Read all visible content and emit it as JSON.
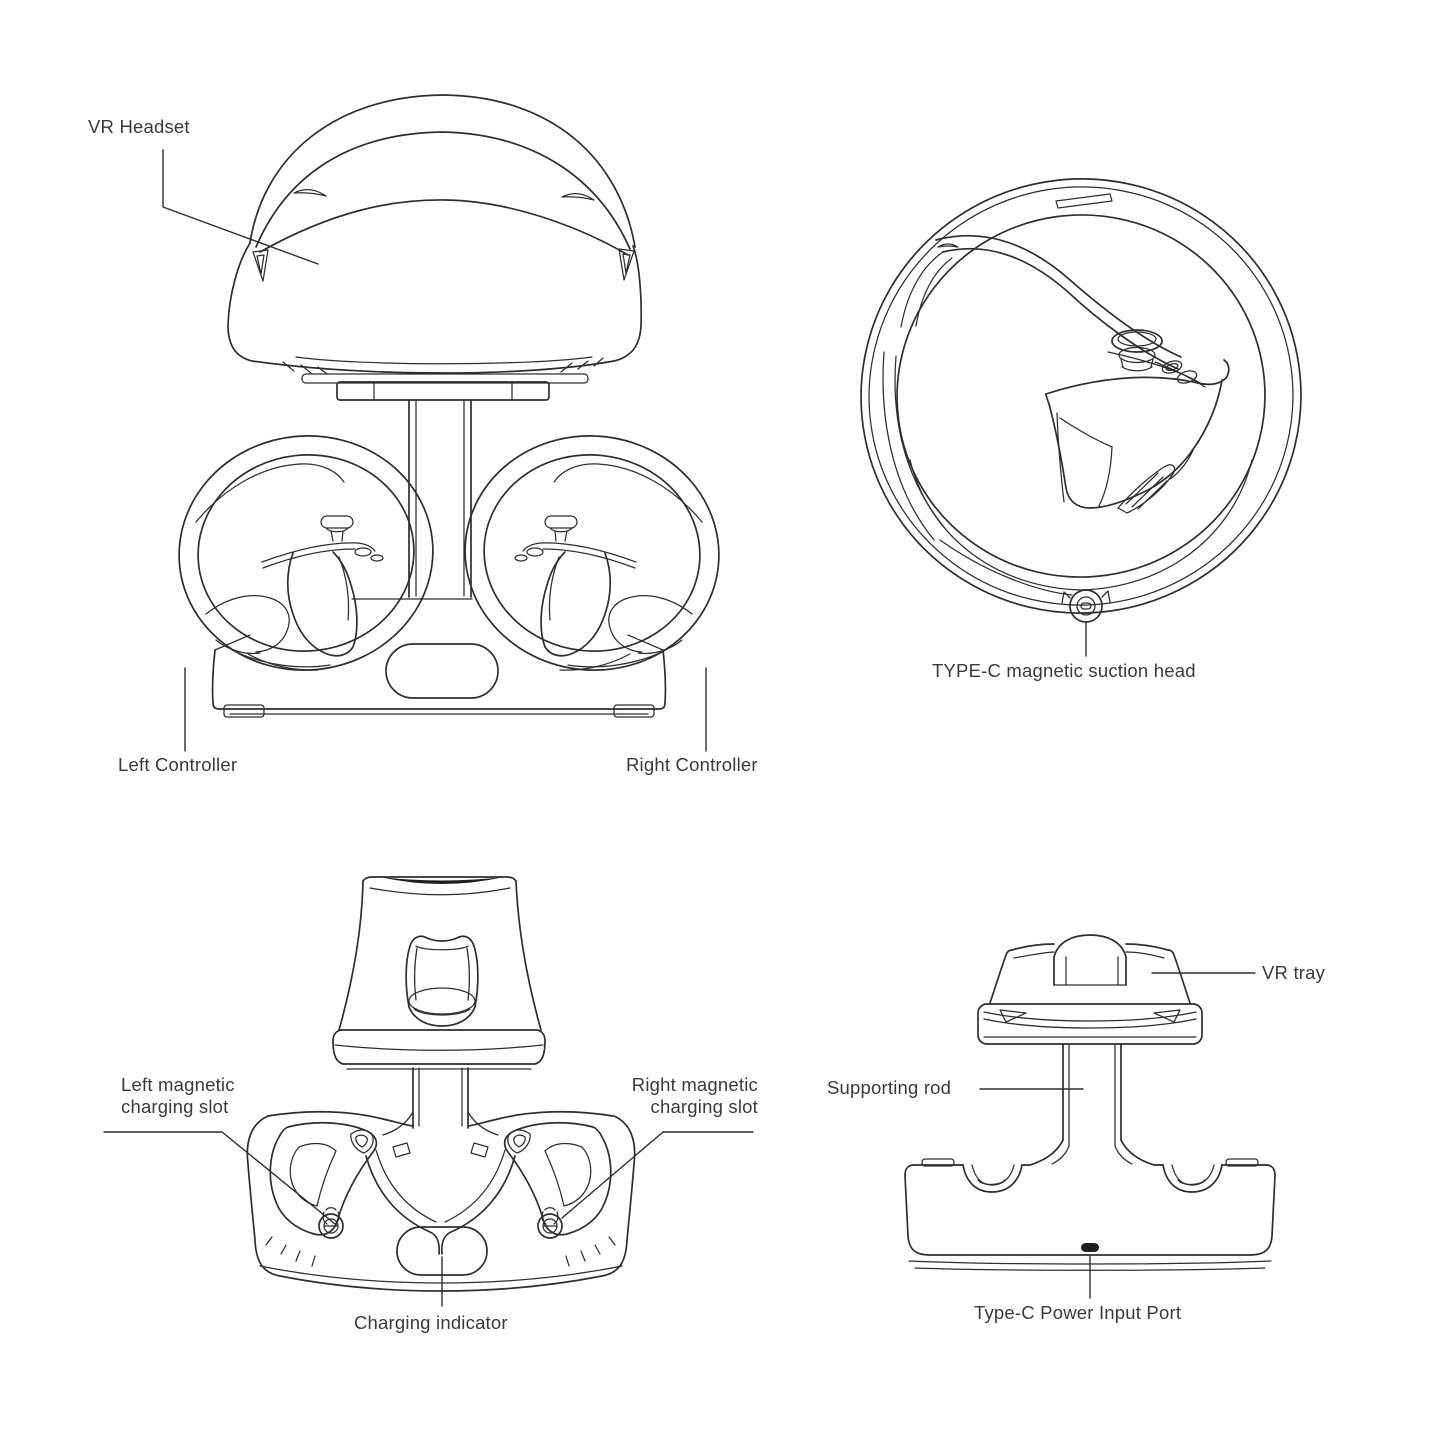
{
  "diagram_title": "VR charging dock parts diagram",
  "colors": {
    "line": "#2e2e2e",
    "text": "#3a3a3a",
    "background": "#ffffff",
    "port_fill": "#1f1f1f"
  },
  "labels": {
    "vr_headset": "VR Headset",
    "left_controller": "Left Controller",
    "right_controller": "Right Controller",
    "type_c_magnetic_suction_head": "TYPE-C magnetic suction head",
    "left_magnetic_charging_slot": "Left magnetic\ncharging slot",
    "right_magnetic_charging_slot": "Right magnetic\ncharging slot",
    "charging_indicator": "Charging indicator",
    "vr_tray": "VR tray",
    "supporting_rod": "Supporting rod",
    "type_c_power_input_port": "Type-C Power Input Port"
  }
}
